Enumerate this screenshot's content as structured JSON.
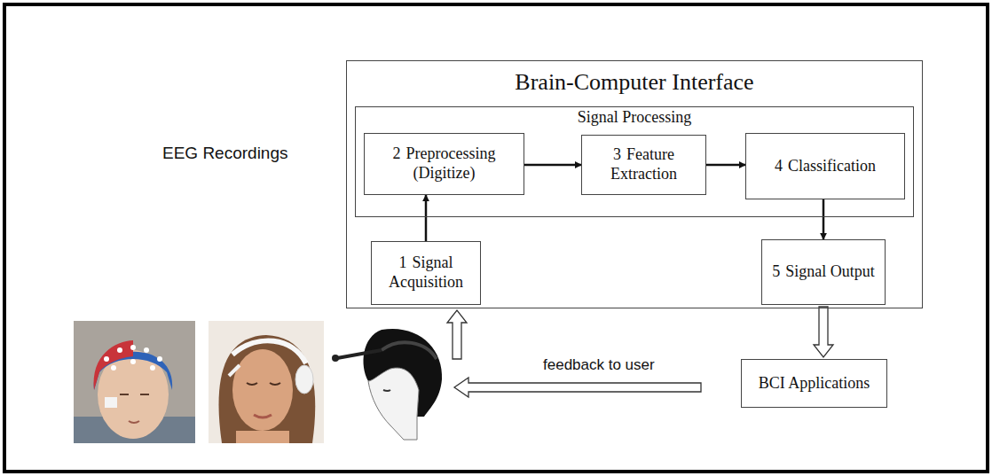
{
  "diagram": {
    "nodes": [
      {
        "text": [
          "Brain-Computer Interface"
        ]
      },
      {
        "text": [
          "Signal Processing"
        ],
        "in": 0
      },
      {
        "text": [
          "2",
          "Preprocessing (Digitize)"
        ],
        "in": 1
      },
      {
        "text": [
          "3",
          "Feature Extraction"
        ],
        "in": 1
      },
      {
        "text": [
          "4",
          "Classification"
        ],
        "in": 1
      },
      {
        "text": [
          "1",
          "Signal Acquisition"
        ],
        "in": 0
      },
      {
        "text": [
          "5",
          "Signal Output"
        ],
        "in": 0
      },
      {
        "text": [
          "BCI Applications"
        ]
      }
    ],
    "edges": [
      {
        "from": 5,
        "to": 2,
        "arrow": "to"
      },
      {
        "from": 2,
        "to": 3,
        "arrow": "to"
      },
      {
        "from": 3,
        "to": 4,
        "arrow": "to"
      },
      {
        "from": 4,
        "to": 6,
        "arrow": "to"
      },
      {
        "from": 6,
        "to": 7,
        "arrow": "to"
      }
    ],
    "labels": [
      "EEG Recordings",
      "feedback to user"
    ]
  }
}
